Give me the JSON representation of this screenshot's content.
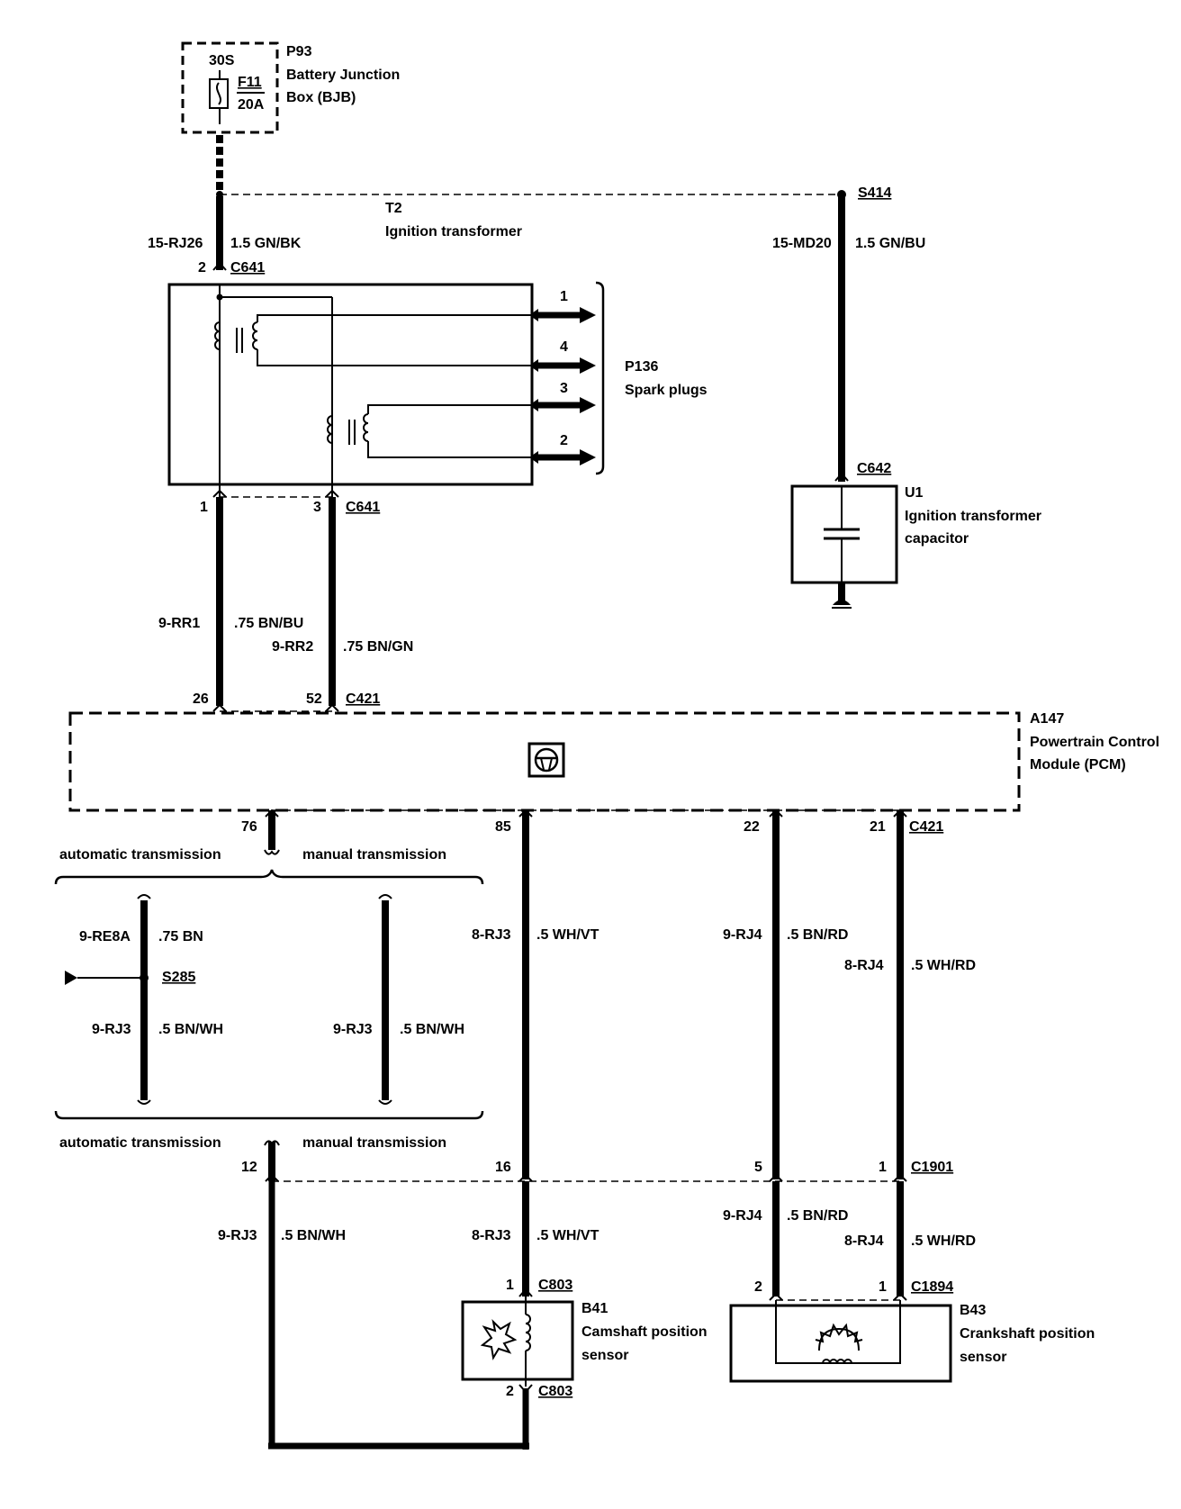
{
  "bjb": {
    "ref": "P93",
    "name1": "Battery Junction",
    "name2": "Box (BJB)",
    "terminal": "30S",
    "fuse": "F11",
    "rating": "20A"
  },
  "t2": {
    "ref": "T2",
    "name": "Ignition transformer"
  },
  "splice_s414": "S414",
  "w_15rj26": {
    "circuit": "15-RJ26",
    "spec": "1.5 GN/BK"
  },
  "w_15md20": {
    "circuit": "15-MD20",
    "spec": "1.5 GN/BU"
  },
  "c641": "C641",
  "pin_2": "2",
  "pin_1": "1",
  "pin_3": "3",
  "spark": {
    "ref": "P136",
    "name": "Spark plugs",
    "plugs": [
      "1",
      "4",
      "3",
      "2"
    ]
  },
  "c642": "C642",
  "u1": {
    "ref": "U1",
    "name1": "Ignition transformer",
    "name2": "capacitor"
  },
  "w_9rr1": {
    "circuit": "9-RR1",
    "spec": ".75 BN/BU"
  },
  "w_9rr2": {
    "circuit": "9-RR2",
    "spec": ".75 BN/GN"
  },
  "c421": "C421",
  "pin_26": "26",
  "pin_52": "52",
  "pcm": {
    "ref": "A147",
    "name1": "Powertrain Control",
    "name2": "Module (PCM)"
  },
  "pin_76": "76",
  "pin_85": "85",
  "pin_22": "22",
  "pin_21": "21",
  "auto_trans": "automatic transmission",
  "manual_trans": "manual transmission",
  "w_9re8a": {
    "circuit": "9-RE8A",
    "spec": ".75 BN"
  },
  "splice_s285": "S285",
  "w_9rj3": {
    "circuit": "9-RJ3",
    "spec": ".5 BN/WH",
    "spec_lower": ".5  BN/WH"
  },
  "w_8rj3": {
    "circuit": "8-RJ3",
    "spec": ".5 WH/VT"
  },
  "w_9rj4": {
    "circuit": "9-RJ4",
    "spec": ".5 BN/RD"
  },
  "w_8rj4": {
    "circuit": "8-RJ4",
    "spec": ".5 WH/RD"
  },
  "c1901": "C1901",
  "pin_12": "12",
  "pin_16": "16",
  "pin_5": "5",
  "pin_1b": "1",
  "c803": "C803",
  "pin_1c": "1",
  "pin_2c": "2",
  "b41": {
    "ref": "B41",
    "name1": "Camshaft position",
    "name2": "sensor"
  },
  "c1894": "C1894",
  "pin_2d": "2",
  "pin_1d": "1",
  "b43": {
    "ref": "B43",
    "name1": "Crankshaft position",
    "name2": "sensor"
  }
}
